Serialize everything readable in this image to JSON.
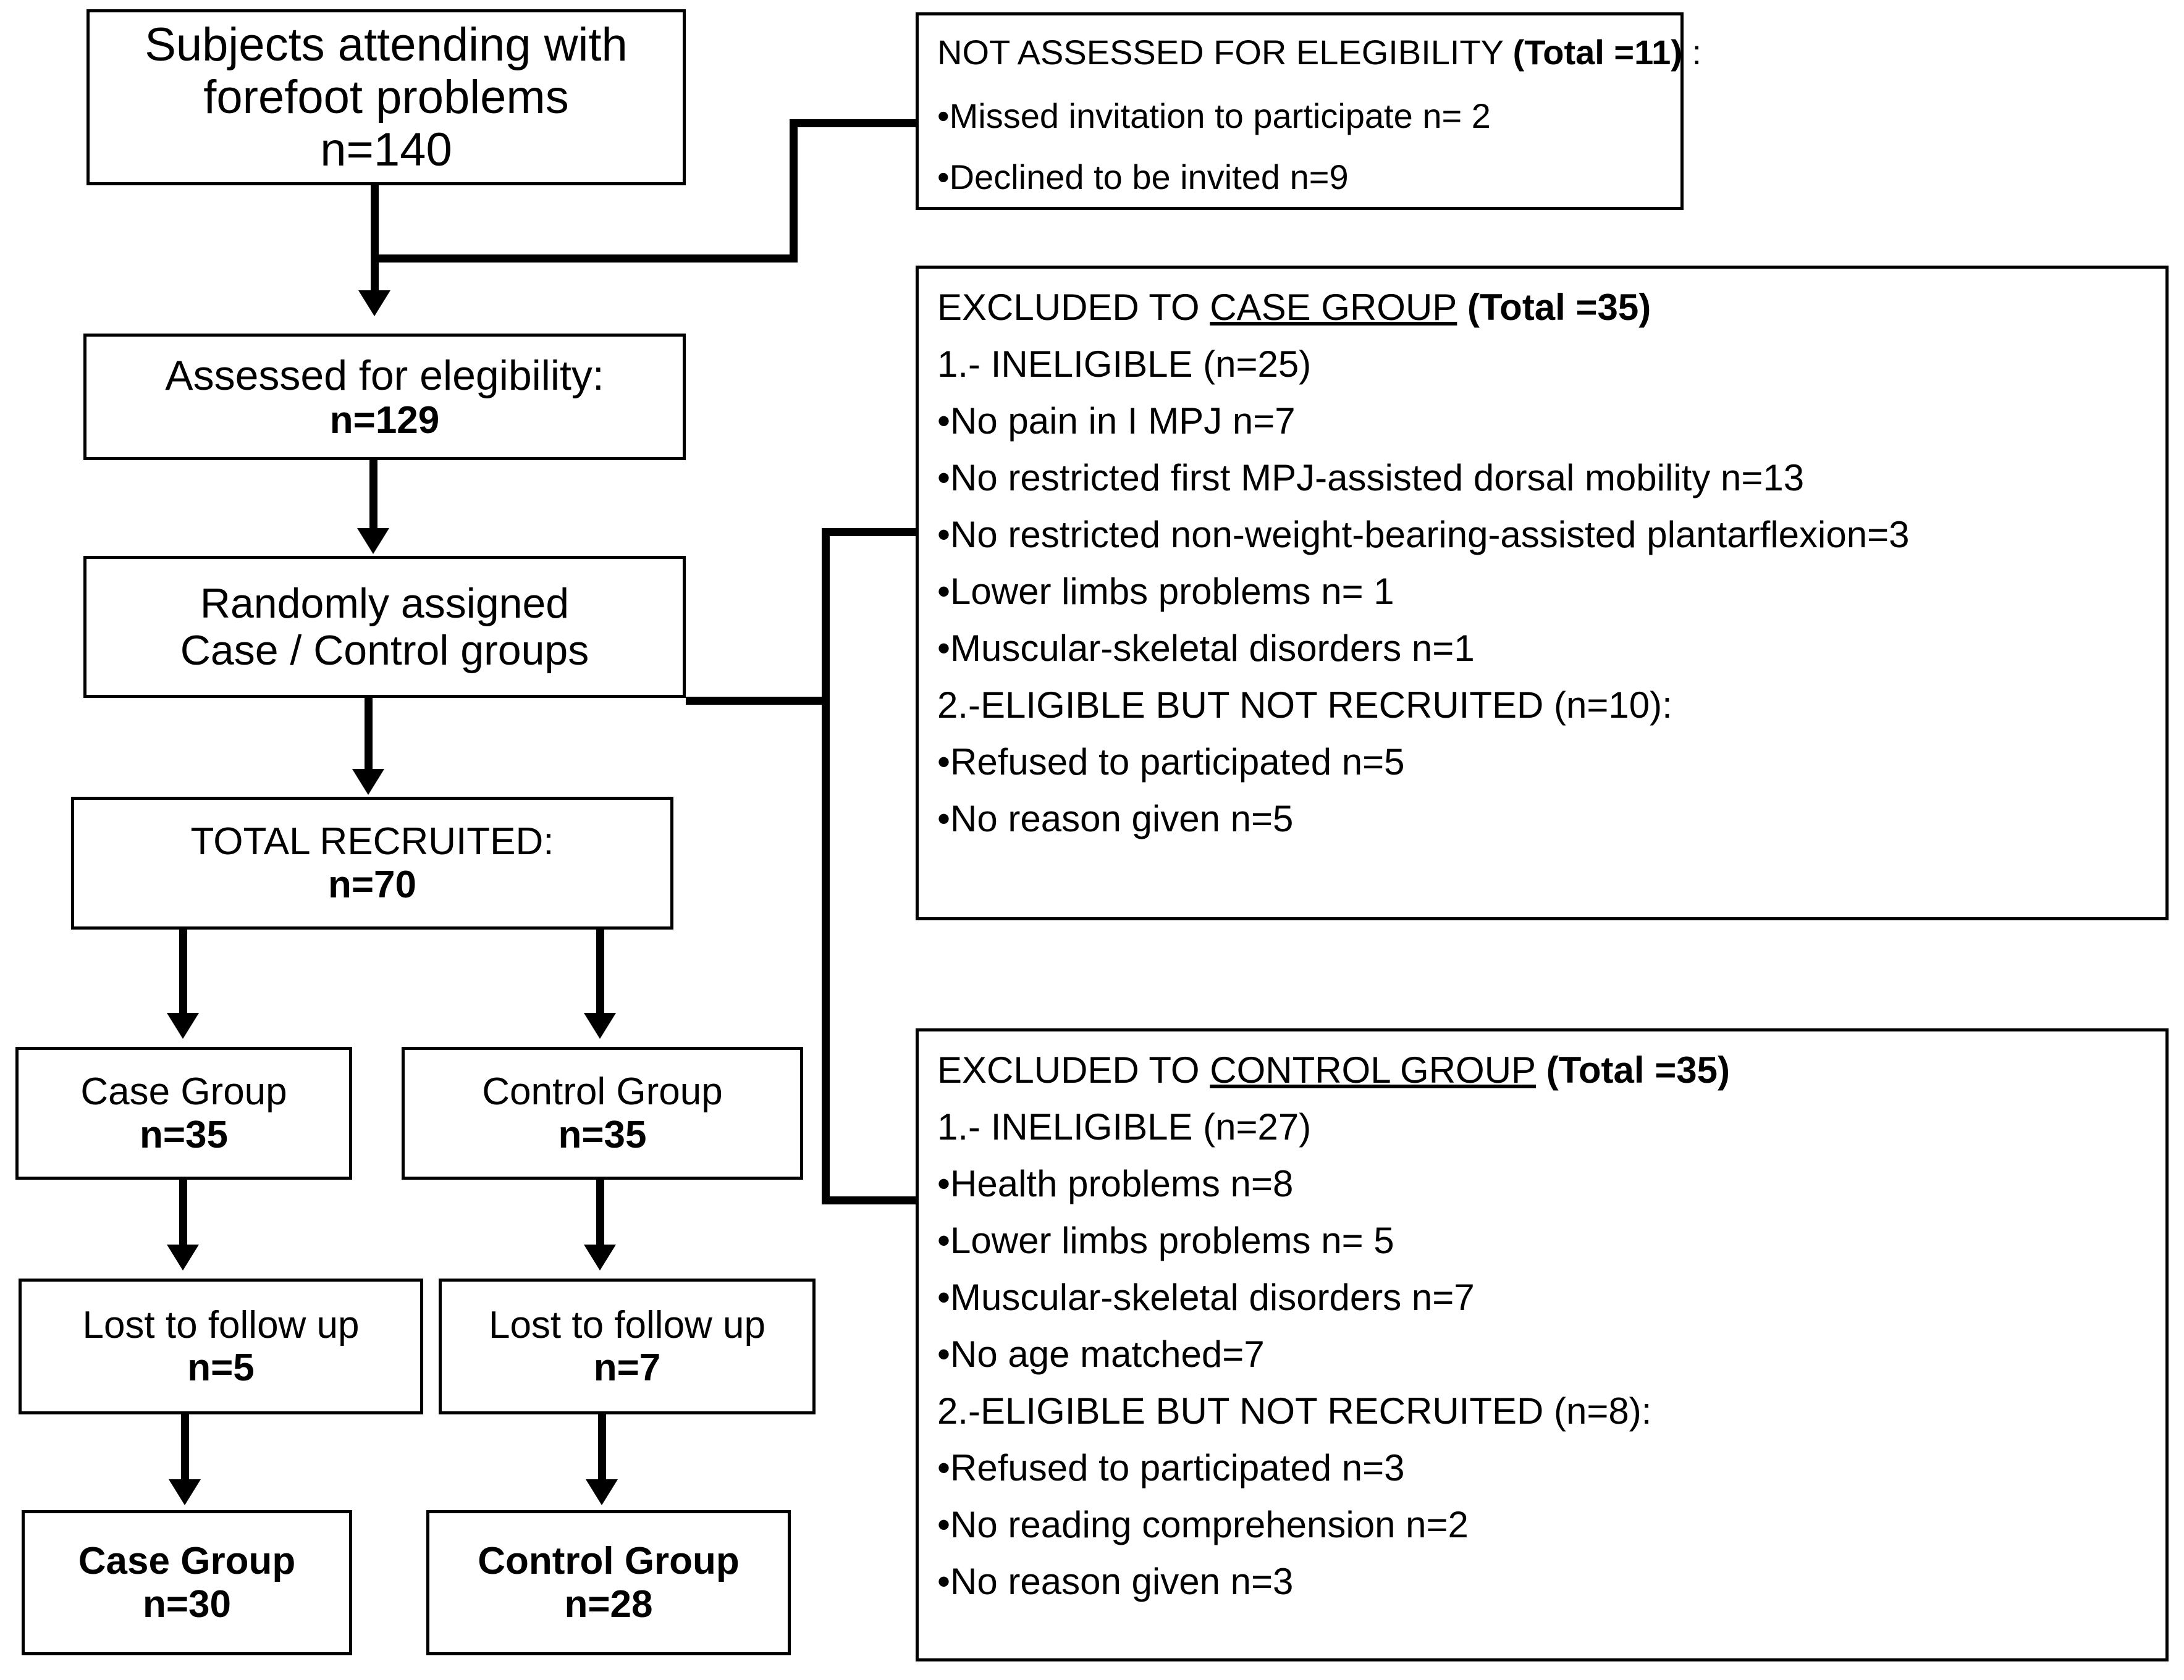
{
  "diagram": {
    "title": "Study participant flow diagram",
    "colors": {
      "line": "#000000",
      "box_fill": "#ffffff",
      "text": "#000000"
    }
  },
  "nodes": {
    "enrolled": {
      "line1": "Subjects attending with",
      "line2": "forefoot problems",
      "line3": "n=140"
    },
    "assessed": {
      "line1": "Assessed for elegibility:",
      "line2": "n=129"
    },
    "randomized": {
      "line1": "Randomly assigned",
      "line2": "Case / Control groups"
    },
    "total_recruited": {
      "line1": "TOTAL RECRUITED:",
      "line2": "n=70"
    },
    "case_group_allocated": {
      "line1": "Case Group",
      "line2": "n=35"
    },
    "control_group_allocated": {
      "line1": "Control Group",
      "line2": "n=35"
    },
    "case_lost": {
      "line1": "Lost to follow up",
      "line2": "n=5"
    },
    "control_lost": {
      "line1": "Lost to follow up",
      "line2": "n=7"
    },
    "case_group_final": {
      "line1": "Case Group",
      "line2": "n=30"
    },
    "control_group_final": {
      "line1": "Control Group",
      "line2": "n=28"
    }
  },
  "panels": {
    "not_assessed": {
      "heading_plain": "NOT ASSESSED FOR ELEGIBILITY ",
      "heading_bold": "(Total =11)",
      "heading_suffix": " :",
      "items": [
        "•Missed invitation to participate  n= 2",
        "•Declined to be invited n=9"
      ]
    },
    "excluded_case": {
      "heading_prefix": "EXCLUDED  TO ",
      "heading_underlined": "CASE GROUP",
      "heading_bold": " (Total =35)",
      "section1": "1.- INELIGIBLE  (n=25)",
      "section1_items": [
        "•No pain in I MPJ  n=7",
        "•No restricted first MPJ-assisted dorsal mobility n=13",
        "•No restricted non-weight-bearing-assisted plantarflexion=3",
        "•Lower limbs problems  n= 1",
        "•Muscular-skeletal disorders   n=1"
      ],
      "section2": "2.-ELIGIBLE  BUT  NOT  RECRUITED (n=10):",
      "section2_items": [
        "•Refused to participated  n=5",
        "•No reason given  n=5"
      ]
    },
    "excluded_control": {
      "heading_prefix": "EXCLUDED TO ",
      "heading_underlined": "CONTROL GROUP",
      "heading_bold": " (Total =35)",
      "section1": "1.- INELIGIBLE (n=27)",
      "section1_items": [
        "•Health problems n=8",
        "•Lower limbs problems  n= 5",
        "•Muscular-skeletal disorders   n=7",
        "•No age matched=7"
      ],
      "section2": "2.-ELIGIBLE  BUT  NOT  RECRUITED (n=8):",
      "section2_items": [
        "•Refused to participated  n=3",
        "•No reading comprehension  n=2",
        "•No reason given  n=3"
      ]
    }
  }
}
